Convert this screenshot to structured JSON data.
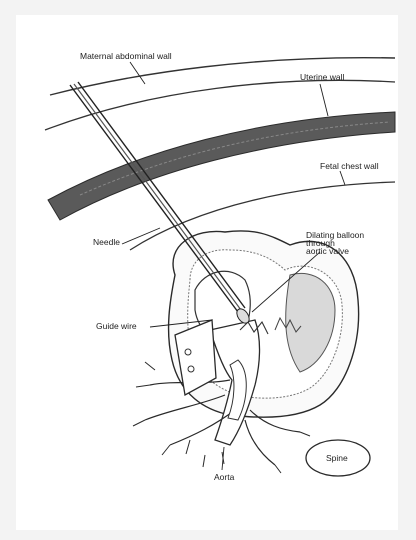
{
  "labels": {
    "maternal_abdominal_wall": "Maternal abdominal wall",
    "uterine_wall": "Uterine wall",
    "fetal_chest_wall": "Fetal chest wall",
    "needle": "Needle",
    "dilating_balloon_line1": "Dilating balloon",
    "dilating_balloon_line2": "through",
    "dilating_balloon_line3": "aortic valve",
    "guide_wire": "Guide wire",
    "aorta": "Aorta",
    "spine": "Spine"
  }
}
